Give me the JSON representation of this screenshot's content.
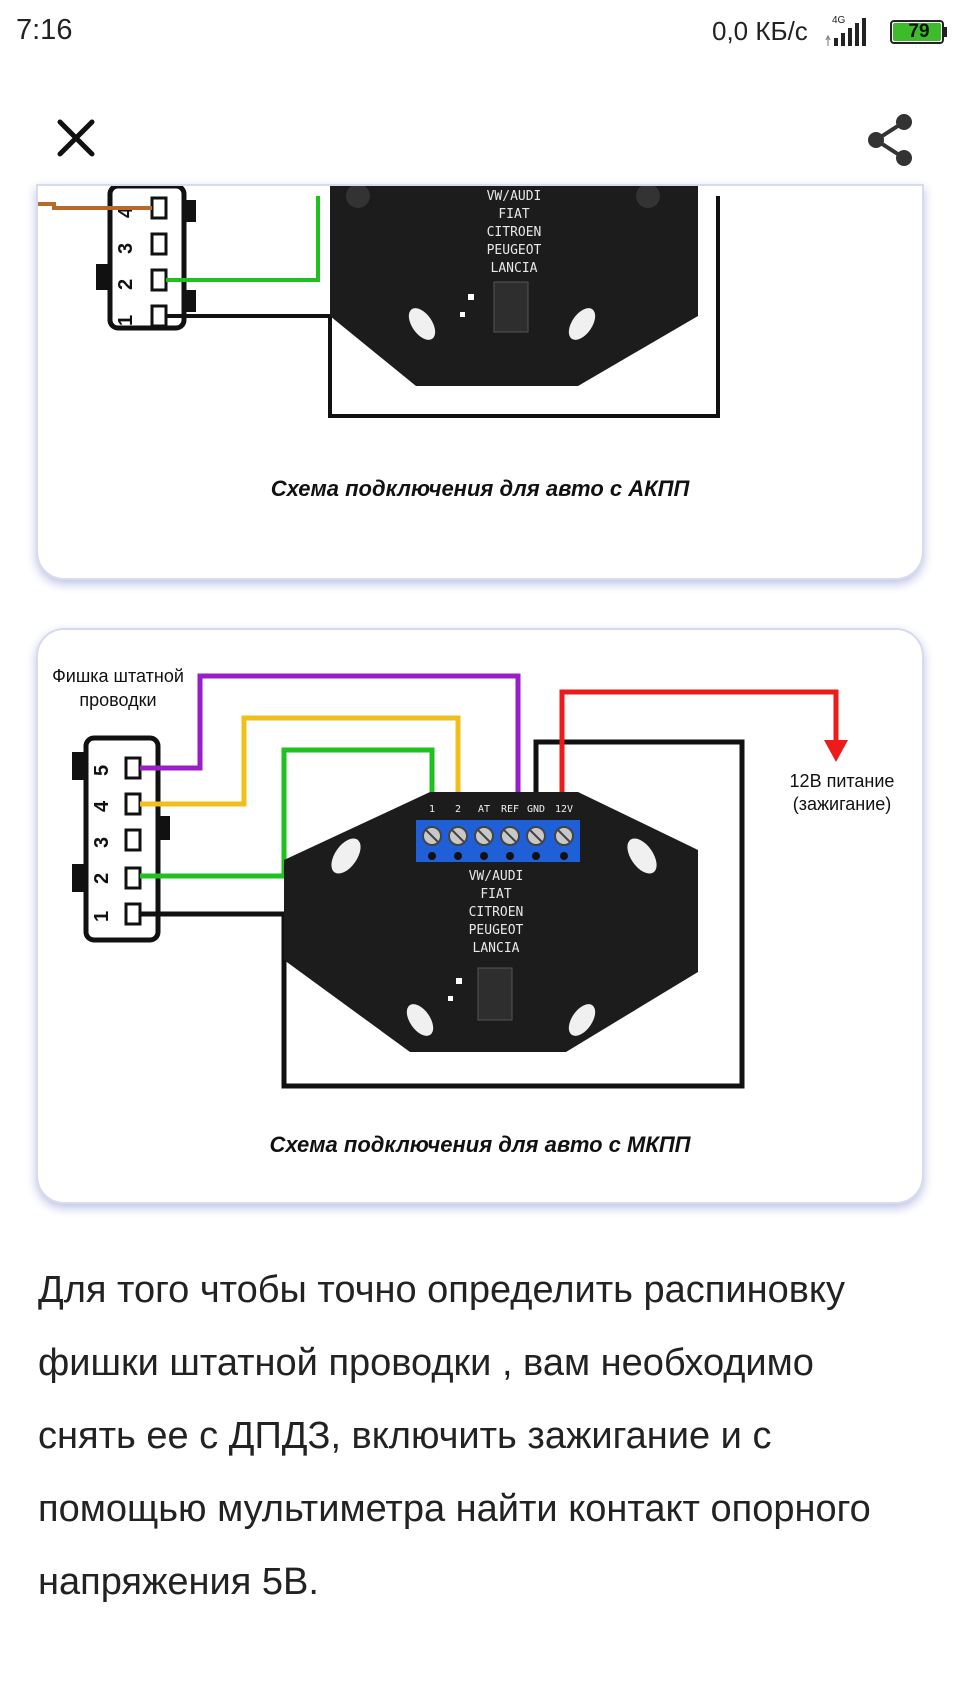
{
  "status_bar": {
    "time": "7:16",
    "network_speed": "0,0 КБ/с",
    "network_type": "4G",
    "battery_level": "79",
    "battery_color": "#3dbb2a"
  },
  "toolbar": {
    "close_icon": "close-icon",
    "share_icon": "share-icon"
  },
  "images": [
    {
      "caption": "Схема подключения для авто с АКПП",
      "pins": [
        "4",
        "3",
        "2",
        "1"
      ],
      "board_labels": [
        "VW/AUDI",
        "FIAT",
        "CITROEN",
        "PEUGEOT",
        "LANCIA"
      ]
    },
    {
      "caption": "Схема подключения для авто с МКПП",
      "connector_label_line1": "Фишка штатной",
      "connector_label_line2": "проводки",
      "power_label_line1": "12В питание",
      "power_label_line2": "(зажигание)",
      "pins": [
        "5",
        "4",
        "3",
        "2",
        "1"
      ],
      "terminals": [
        "1",
        "2",
        "AT",
        "REF",
        "GND",
        "12V"
      ],
      "board_labels": [
        "VW/AUDI",
        "FIAT",
        "CITROEN",
        "PEUGEOT",
        "LANCIA"
      ]
    }
  ],
  "wire_colors": {
    "orange": "#b86a2a",
    "green": "#1ec21e",
    "black": "#111111",
    "purple": "#9a1ec8",
    "yellow": "#f2bf1a",
    "red": "#ee1b1b",
    "terminal_blue": "#1f5fd8"
  },
  "article": {
    "paragraph": "Для того чтобы точно определить распиновку фишки штатной проводки , вам необходимо  снять ее с ДПДЗ, включить зажигание и  с помощью мультиметра найти контакт опорного напряжения 5В."
  }
}
